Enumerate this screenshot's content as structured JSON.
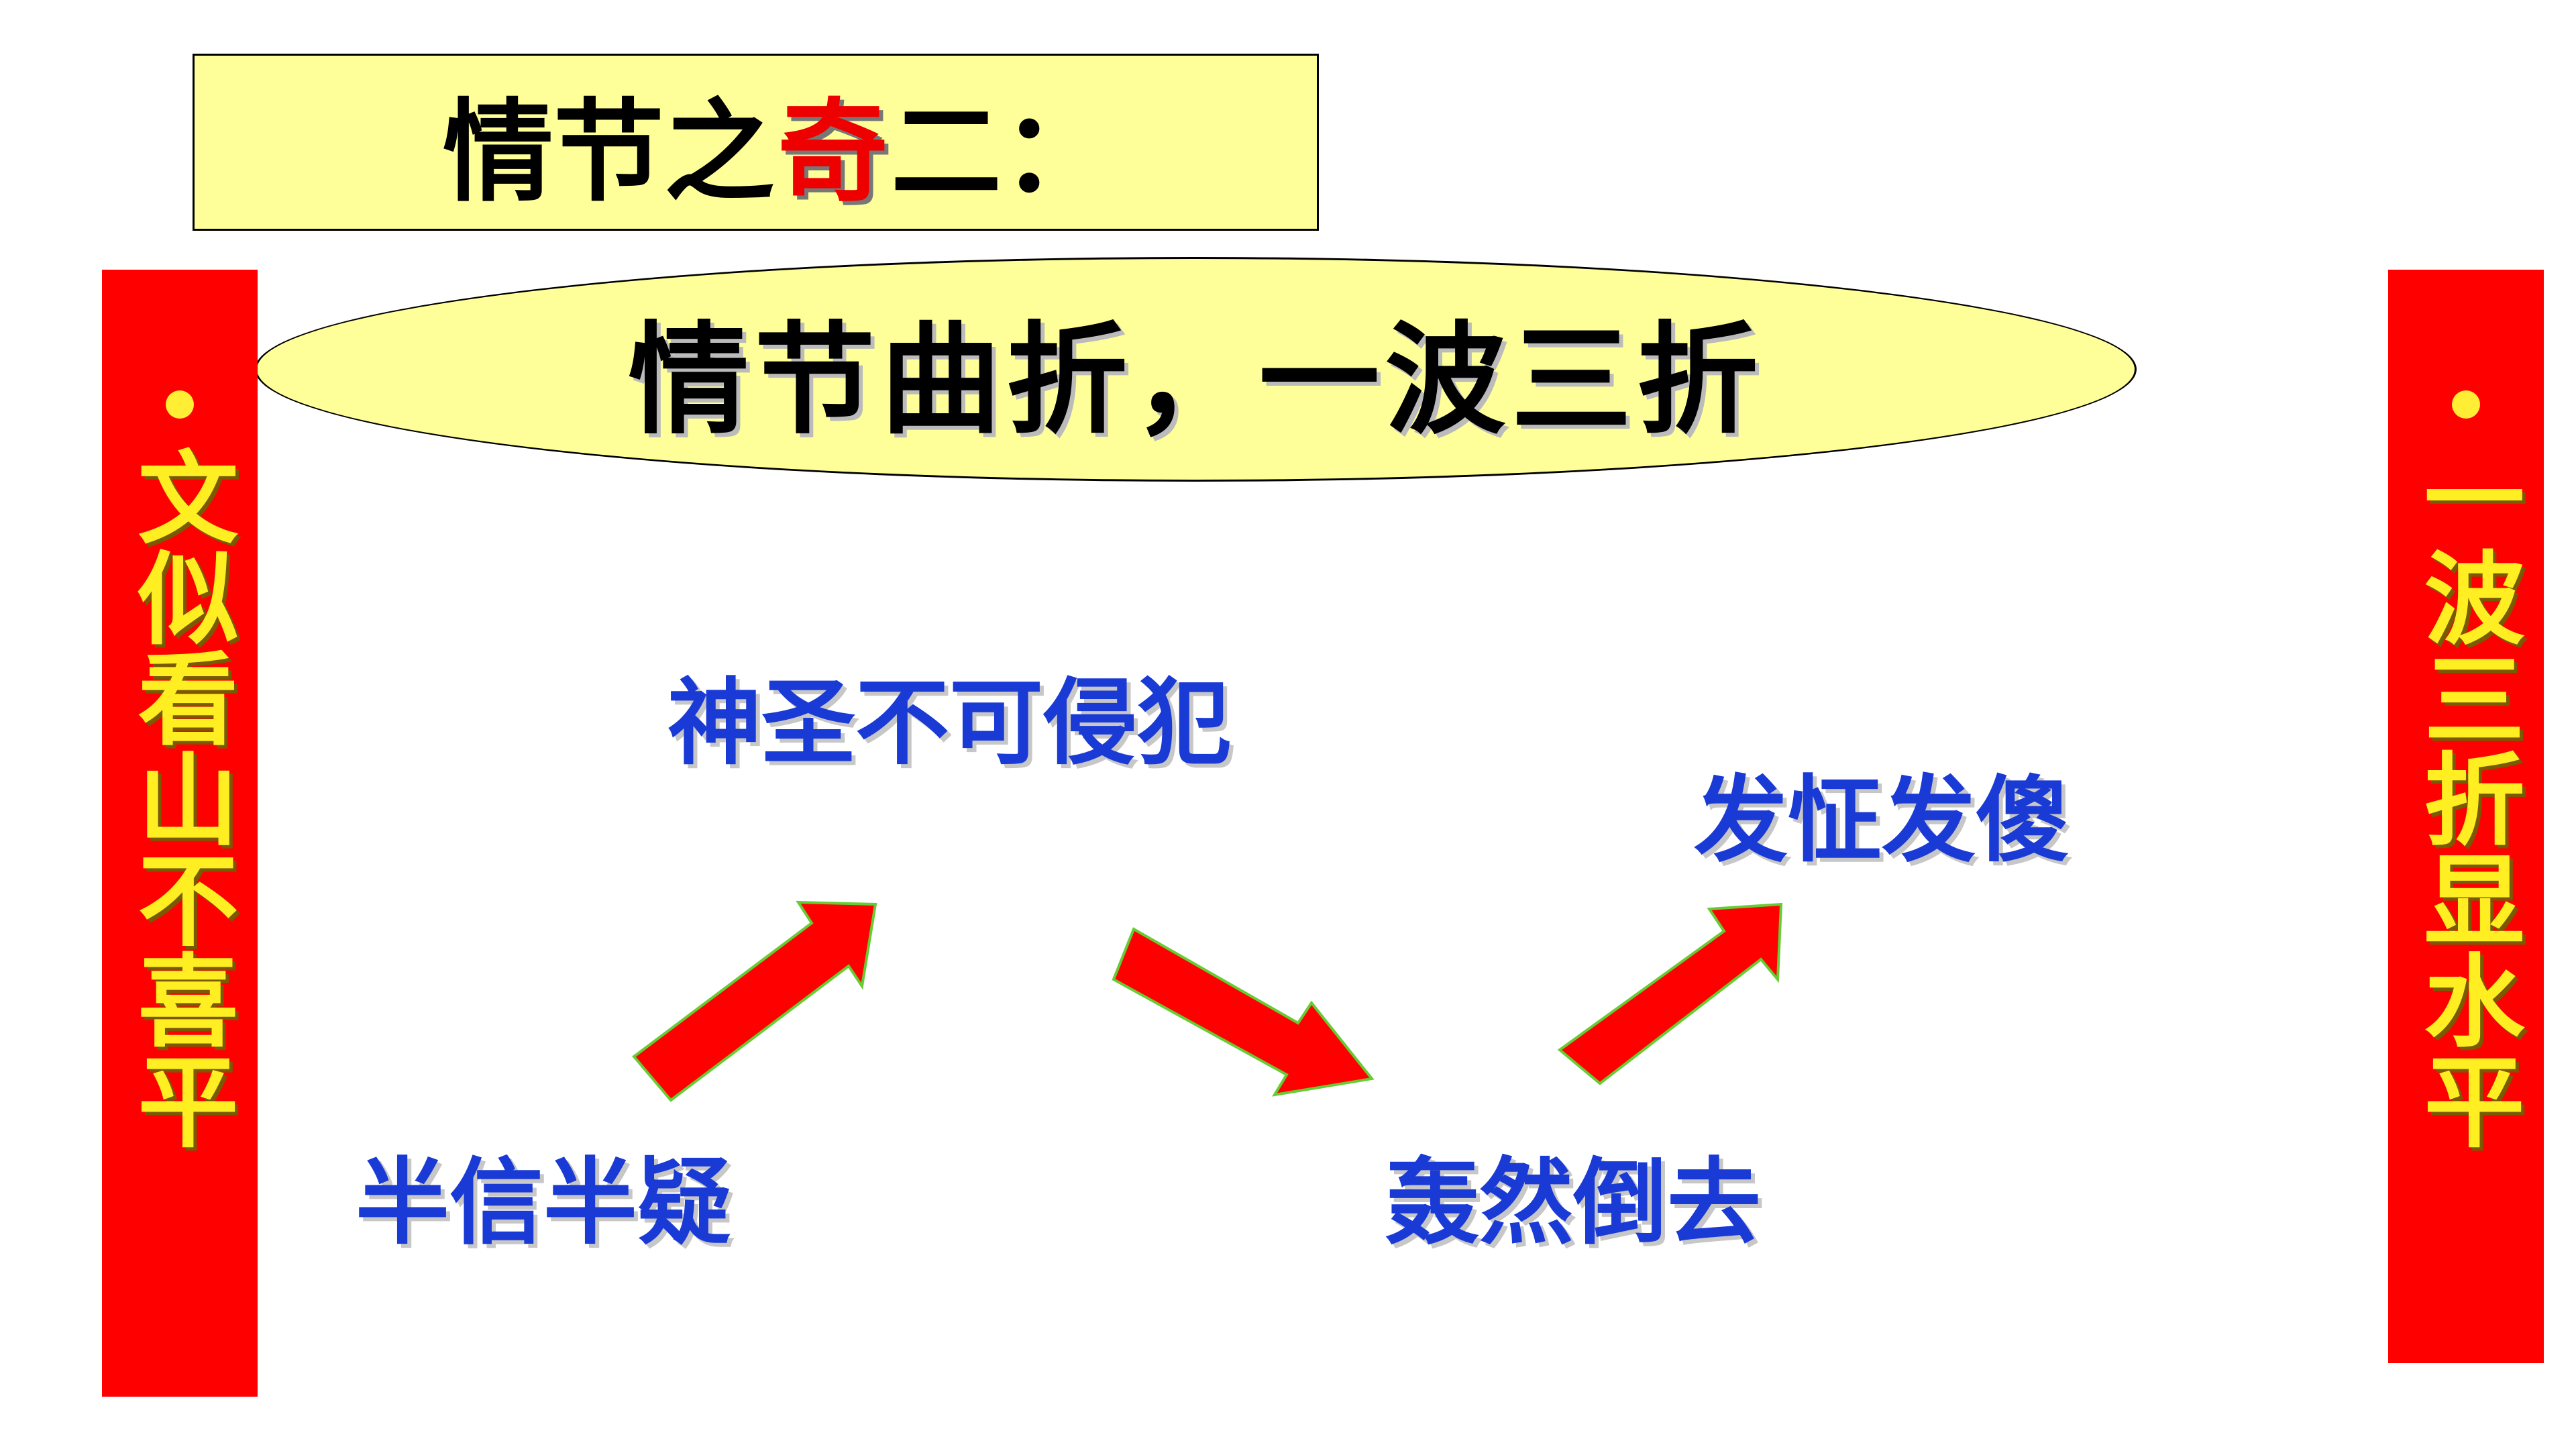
{
  "title": {
    "prefix": "情节之",
    "accent": "奇",
    "suffix": "二："
  },
  "subtitle": "情节曲折，一波三折",
  "banners": {
    "left": {
      "bullet": "•",
      "text": "文似看山不喜平"
    },
    "right": {
      "bullet": "•",
      "text": "一波三折显水平"
    }
  },
  "flow": {
    "step1": "半信半疑",
    "step2": "神圣不可侵犯",
    "step3": "轰然倒去",
    "step4": "发怔发傻"
  },
  "colors": {
    "title_bg": "#ffff99",
    "banner_red": "#ff0000",
    "banner_text": "#ffee22",
    "flow_text": "#1a3ad6",
    "arrow_fill": "#ff0000"
  }
}
